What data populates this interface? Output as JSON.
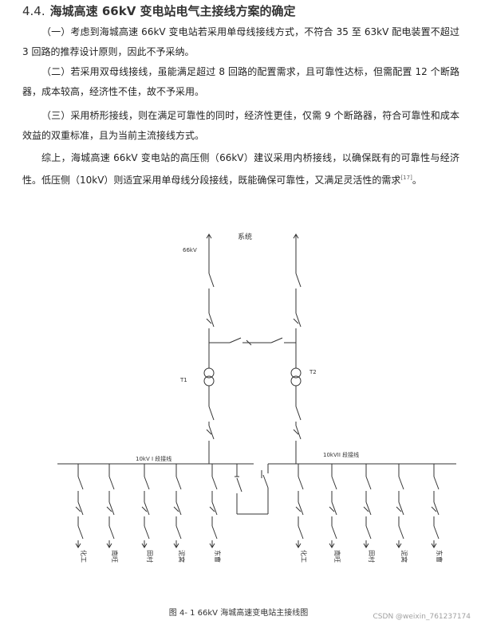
{
  "heading": {
    "number": "4.4.",
    "title": "海城高速 66kV 变电站电气主接线方案的确定"
  },
  "paragraphs": [
    {
      "text": "（一）考虑到海城高速 66kV 变电站若采用单母线接线方式，不符合 35 至 63kV 配电装置不超过 3 回路的推荐设计原则，因此不予采纳。"
    },
    {
      "text": "（二）若采用双母线接线，虽能满足超过 8 回路的配置需求，且可靠性达标，但需配置 12 个断路器，成本较高，经济性不佳，故不予采用。"
    },
    {
      "text": "（三）采用桥形接线，则在满足可靠性的同时，经济性更佳，仅需 9 个断路器，符合可靠性和成本效益的双重标准，且为当前主流接线方式。"
    },
    {
      "text": "综上，海城高速 66kV 变电站的高压侧（66kV）建议采用内桥接线，以确保既有的可靠性与经济性。低压侧（10kV）则适宜采用单母线分段接线，既能确保可靠性，又满足灵活性的需求",
      "citation": "[17]",
      "tail": "。"
    }
  ],
  "diagram": {
    "system_label": "系统",
    "voltage_label": "66kV",
    "transformer_left": "T1",
    "transformer_right": "T2",
    "bus_left_label": "10kV I 段接线",
    "bus_right_label": "10kVII 段接线",
    "feeders_left": [
      "化工",
      "南旺",
      "田村",
      "泥窝",
      "东曹"
    ],
    "feeders_right": [
      "化工",
      "南旺",
      "田村",
      "泥窝",
      "东曹"
    ]
  },
  "caption": "图 4- 1 66kV 海城高速变电站主接线图",
  "watermark": "CSDN @weixin_761237174"
}
